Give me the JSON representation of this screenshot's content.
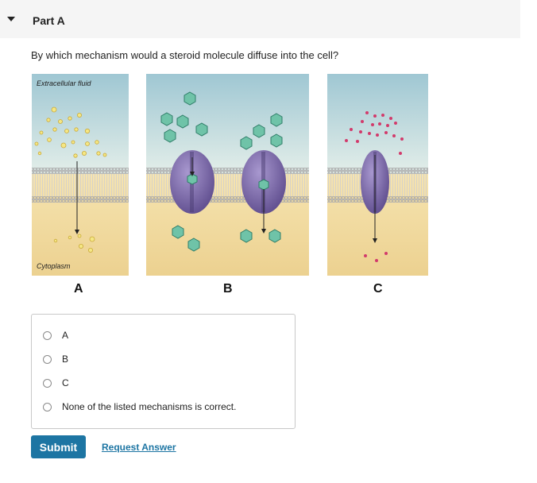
{
  "part": {
    "title": "Part A"
  },
  "question": {
    "text": "By which mechanism would a steroid molecule diffuse into the cell?"
  },
  "figure": {
    "extracellular_label": "Extracellular fluid",
    "cytoplasm_label": "Cytoplasm",
    "panels": [
      "A",
      "B",
      "C"
    ],
    "colors": {
      "fluid_top": "#c9dfe6",
      "cytoplasm": "#f1dca3",
      "channel": "#7d6aa8",
      "molecule_a": "#f2e27a",
      "molecule_b": "#6fc3a8",
      "molecule_c": "#d23a6b"
    }
  },
  "choices": [
    {
      "label": "A",
      "selected": false
    },
    {
      "label": "B",
      "selected": false
    },
    {
      "label": "C",
      "selected": false
    },
    {
      "label": "None of the listed mechanisms is correct.",
      "selected": false
    }
  ],
  "actions": {
    "submit_label": "Submit",
    "request_answer_label": "Request Answer"
  }
}
